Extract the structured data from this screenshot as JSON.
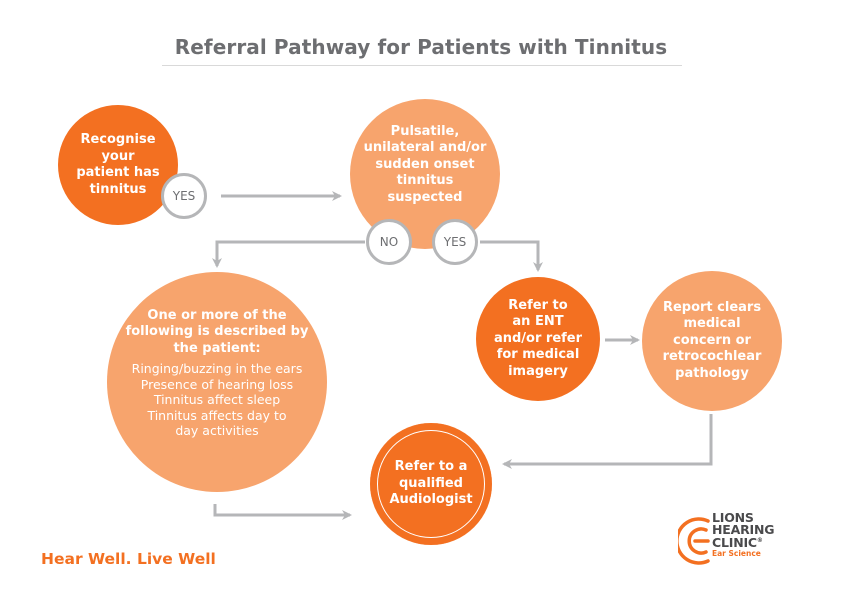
{
  "title": "Referral Pathway for Patients with Tinnitus",
  "colors": {
    "dark_orange": "#f37021",
    "light_orange": "#f7a46d",
    "connector_gray": "#b5b6b8",
    "text_gray": "#6d6e71"
  },
  "nodes": {
    "recognise": {
      "lines": [
        "Recognise",
        "your",
        "patient has",
        "tinnitus"
      ]
    },
    "suspected": {
      "lines": [
        "Pulsatile,",
        "unilateral and/or",
        "sudden onset",
        "tinnitus",
        "suspected"
      ]
    },
    "symptoms": {
      "heading": [
        "One or more of the",
        "following is described by",
        "the patient:"
      ],
      "items": [
        "Ringing/buzzing in the ears",
        "Presence of hearing loss",
        "Tinnitus affect sleep",
        "Tinnitus affects day to",
        "day activities"
      ]
    },
    "ent": {
      "lines": [
        "Refer to",
        "an ENT",
        "and/or refer",
        "for medical",
        "imagery"
      ]
    },
    "report": {
      "lines": [
        "Report clears",
        "medical",
        "concern or",
        "retrocochlear",
        "pathology"
      ]
    },
    "audiologist": {
      "lines": [
        "Refer to a",
        "qualified",
        "Audiologist"
      ]
    }
  },
  "decisions": {
    "yes_1": "YES",
    "no_2": "NO",
    "yes_2": "YES"
  },
  "tagline": "Hear Well. Live Well",
  "logo": {
    "lines": [
      "LIONS",
      "HEARING",
      "CLINIC"
    ],
    "registered": "®",
    "sub": "Ear Science"
  }
}
